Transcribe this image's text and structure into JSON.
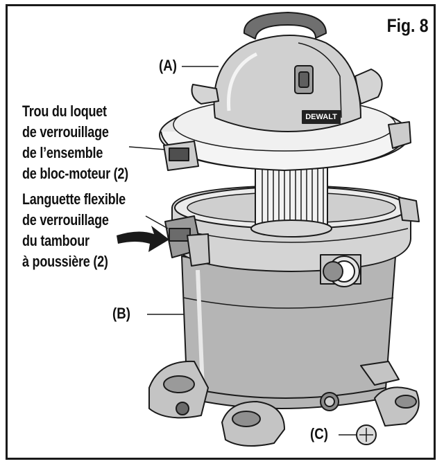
{
  "figure": {
    "title": "Fig. 8",
    "labels": {
      "a": "(A)",
      "b": "(B)",
      "c": "(C)"
    },
    "callouts": {
      "latch_hole": [
        "Trou du loquet",
        "de verrouillage",
        "de l’ensemble",
        "de bloc-moteur (2)"
      ],
      "flex_tab": [
        "Languette flexible",
        "de verrouillage",
        "du tambour",
        "à poussière (2)"
      ]
    },
    "brand_badge": "DEWALT",
    "colors": {
      "drum_body": "#b5b5b5",
      "drum_light": "#d9d9d9",
      "lid": "#e6e6e6",
      "outline": "#1a1a1a"
    }
  }
}
